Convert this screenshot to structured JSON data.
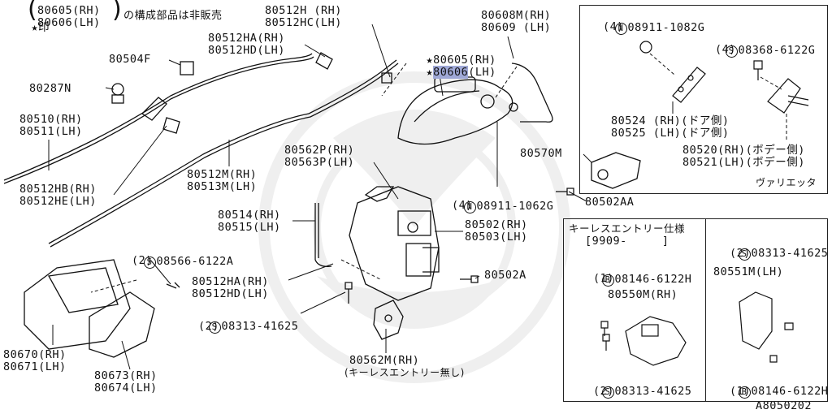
{
  "note": {
    "star": "★",
    "prefix": "印",
    "line1": "80605(RH)",
    "line2": "80606(LH)",
    "suffix": "の構成部品は非販売"
  },
  "labels": {
    "p80512h": "80512H (RH)",
    "p80512hc": "80512HC(LH)",
    "p80512ha_top": "80512HA(RH)",
    "p80512hd_top": "80512HD(LH)",
    "p80504f": "80504F",
    "p80287n": "80287N",
    "p80510": "80510(RH)",
    "p80511": "80511(LH)",
    "p80512hb": "80512HB(RH)",
    "p80512he": "80512HE(LH)",
    "p80512m": "80512M(RH)",
    "p80513m": "80513M(LH)",
    "p80605": "80605(RH)",
    "p80606": "80606",
    "p80606_lh": "(LH)",
    "p80608m": "80608M(RH)",
    "p80609": "80609 (LH)",
    "p80562p": "80562P(RH)",
    "p80563p": "80563P(LH)",
    "p08911_mid": "08911-1062G",
    "p08911_mid_qty": "(4)",
    "p80570m": "80570M",
    "p80502aa": "80502AA",
    "p80514": "80514(RH)",
    "p80515": "80515(LH)",
    "p80502": "80502(RH)",
    "p80503": "80503(LH)",
    "p08566": "08566-6122A",
    "p08566_qty": "(2)",
    "p80512ha_bot": "80512HA(RH)",
    "p80512hd_bot": "80512HD(LH)",
    "p80502a": "80502A",
    "p08313_bot": "08313-41625",
    "p08313_bot_qty": "(2)",
    "p80670": "80670(RH)",
    "p80671": "80671(LH)",
    "p80673": "80673(RH)",
    "p80674": "80674(LH)",
    "p80562m": "80562M(RH)",
    "p80562m_note": "(キーレスエントリー無し)",
    "code": "A8050202"
  },
  "box_variant": {
    "n08911": "08911-1082G",
    "n08911_qty": "(4)",
    "s08368": "08368-6122G",
    "s08368_qty": "(4)",
    "p80524": "80524 (RH)(ドア側)",
    "p80525": "80525 (LH)(ドア側)",
    "p80520": "80520(RH)(ボデー側)",
    "p80521": "80521(LH)(ボデー側)",
    "title": "ヴァリエッタ"
  },
  "box_keyless": {
    "title": "キーレスエントリー仕様",
    "range": "[9909-     ]",
    "b08146": "08146-6122H",
    "b08146_qty": "(1)",
    "p80550m": "80550M(RH)",
    "s08313_bot": "08313-41625",
    "s08313_bot_qty": "(2)",
    "s08313_top": "08313-41625",
    "s08313_top_qty": "(2)",
    "p80551m": "80551M(LH)",
    "b08146_r": "08146-6122H",
    "b08146_r_qty": "(1)"
  },
  "symbols": {
    "N": "N",
    "S": "S",
    "B": "B",
    "star": "★"
  }
}
